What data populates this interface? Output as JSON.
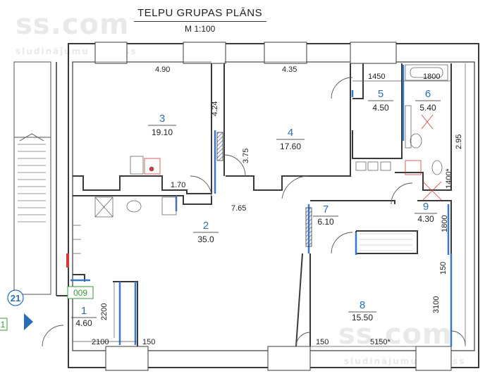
{
  "title": "TELPU GRUPAS PLĀNS",
  "scale": "M 1:100",
  "watermark": {
    "brand": "ss.com",
    "tagline": "sludinājumu serviss"
  },
  "colors": {
    "wall": "#3a3a3a",
    "blue": "#3a78c8",
    "room": "#2a6fb5",
    "red": "#d23a3a",
    "green": "#3a9a3a",
    "hatch": "#5a5aa8"
  },
  "rooms": [
    {
      "id": "3",
      "area": "19.10"
    },
    {
      "id": "4",
      "area": "17.60"
    },
    {
      "id": "5",
      "area": "4.50"
    },
    {
      "id": "6",
      "area": "5.40"
    },
    {
      "id": "2",
      "area": "35.0"
    },
    {
      "id": "7",
      "area": "6.10"
    },
    {
      "id": "9",
      "area": "4.30"
    },
    {
      "id": "1",
      "area": "4.60"
    },
    {
      "id": "8",
      "area": "15.50"
    }
  ],
  "dimensions": [
    "4.90",
    "4.35",
    "1450",
    "1800",
    "4.24",
    "3.75",
    "2.95",
    "1.70",
    "7.65",
    "1400*",
    "1800",
    "150",
    "3100",
    "2200",
    "2100",
    "150",
    "150",
    "5150*"
  ],
  "labels": {
    "stair_number": "21",
    "green_code": "009",
    "left_partial": "1"
  }
}
